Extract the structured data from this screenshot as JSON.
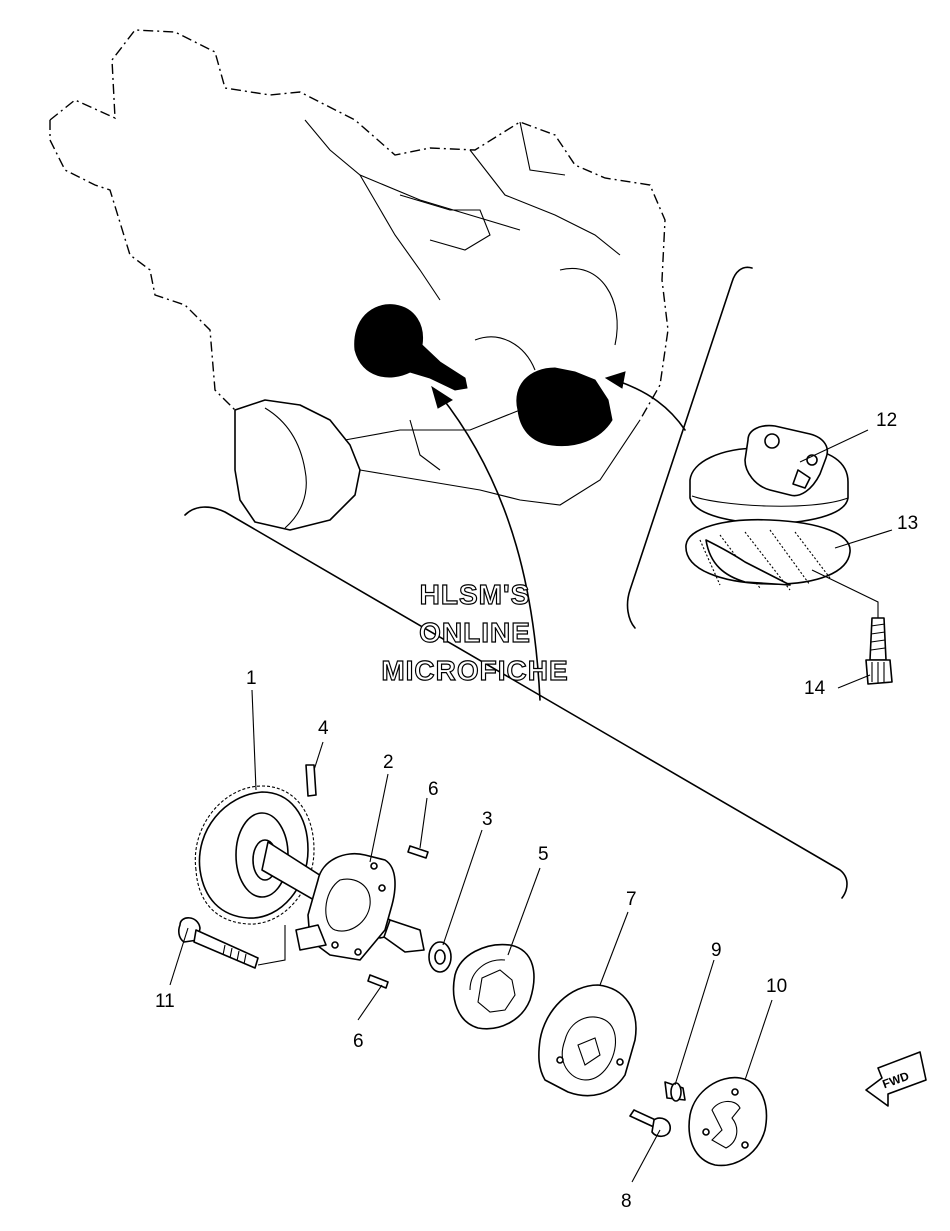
{
  "watermark": {
    "line1": "HLSM'S",
    "line2": "ONLINE",
    "line3": "MICROFICHE"
  },
  "fwd_label": "FWD",
  "callouts": {
    "c1": "1",
    "c2": "2",
    "c3": "3",
    "c4": "4",
    "c5": "5",
    "c6a": "6",
    "c6b": "6",
    "c7": "7",
    "c8": "8",
    "c9": "9",
    "c10": "10",
    "c11": "11",
    "c12": "12",
    "c13": "13",
    "c14": "14"
  }
}
